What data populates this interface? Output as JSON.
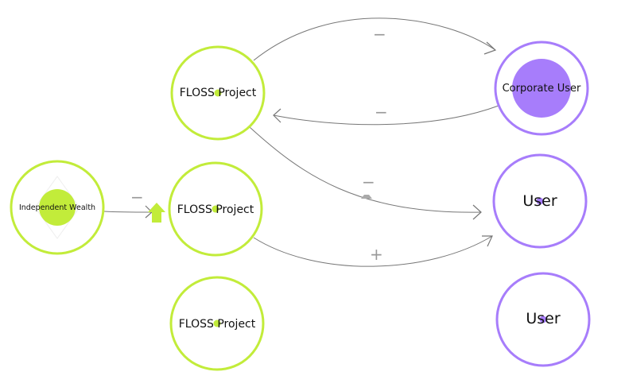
{
  "colors": {
    "green": "#c2ec3a",
    "purple": "#a77dfb",
    "edge": "#777777",
    "sign": "#999999"
  },
  "nodes": {
    "independent_wealth": {
      "label": "Independent Wealth",
      "kind": "resource",
      "color": "green"
    },
    "floss_project_1": {
      "label": "FLOSS Project",
      "kind": "project",
      "color": "green"
    },
    "floss_project_2": {
      "label": "FLOSS Project",
      "kind": "project",
      "color": "green"
    },
    "floss_project_3": {
      "label": "FLOSS Project",
      "kind": "project",
      "color": "green"
    },
    "corporate_user": {
      "label": "Corporate User",
      "kind": "corporate",
      "color": "purple"
    },
    "user_1": {
      "label": "User",
      "kind": "user",
      "color": "purple"
    },
    "user_2": {
      "label": "User",
      "kind": "user",
      "color": "purple"
    }
  },
  "edges": {
    "e1": {
      "from": "floss_project_1",
      "to": "corporate_user",
      "sign": "−"
    },
    "e2": {
      "from": "corporate_user",
      "to": "floss_project_1",
      "sign": "−"
    },
    "e3": {
      "from": "floss_project_1",
      "to": "user_1",
      "sign": "−"
    },
    "e4": {
      "from": "independent_wealth",
      "to": "floss_project_2",
      "sign": "−"
    },
    "e5": {
      "from": "floss_project_2",
      "to": "user_1",
      "sign": "+"
    }
  }
}
